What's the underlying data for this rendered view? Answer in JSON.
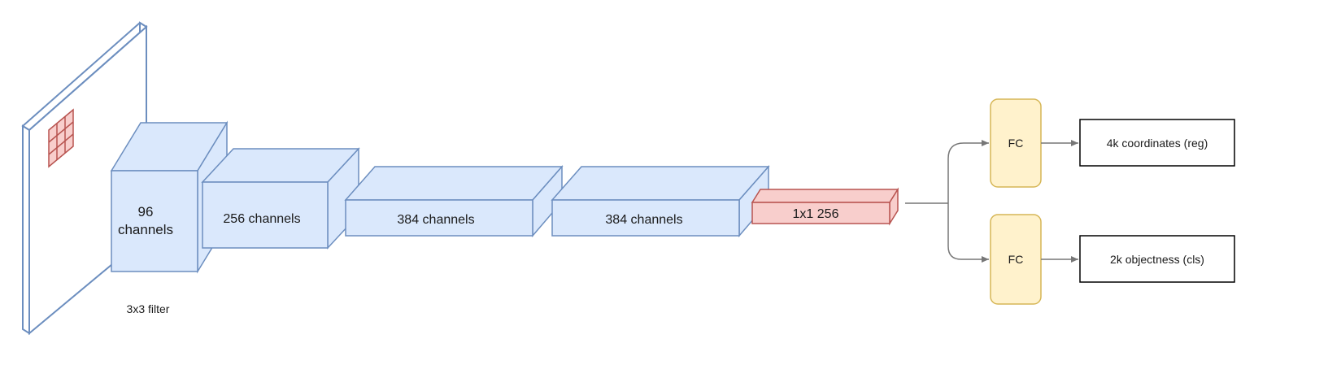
{
  "colors": {
    "block_fill": "#dae8fc",
    "block_stroke": "#6c8ebf",
    "red_fill": "#f8cecc",
    "red_stroke": "#b85450",
    "fc_fill": "#fff2cc",
    "fc_stroke": "#d6b656",
    "arrow": "#777777",
    "box_stroke": "#000000"
  },
  "input_image": {
    "filter_label": "3x3 filter"
  },
  "layers": [
    {
      "label_line1": "96",
      "label_line2": "channels"
    },
    {
      "label": "256 channels"
    },
    {
      "label": "384 channels"
    },
    {
      "label": "384 channels"
    },
    {
      "label": "1x1 256"
    }
  ],
  "heads": [
    {
      "fc_label": "FC",
      "output_label": "4k coordinates (reg)"
    },
    {
      "fc_label": "FC",
      "output_label": "2k objectness (cls)"
    }
  ]
}
